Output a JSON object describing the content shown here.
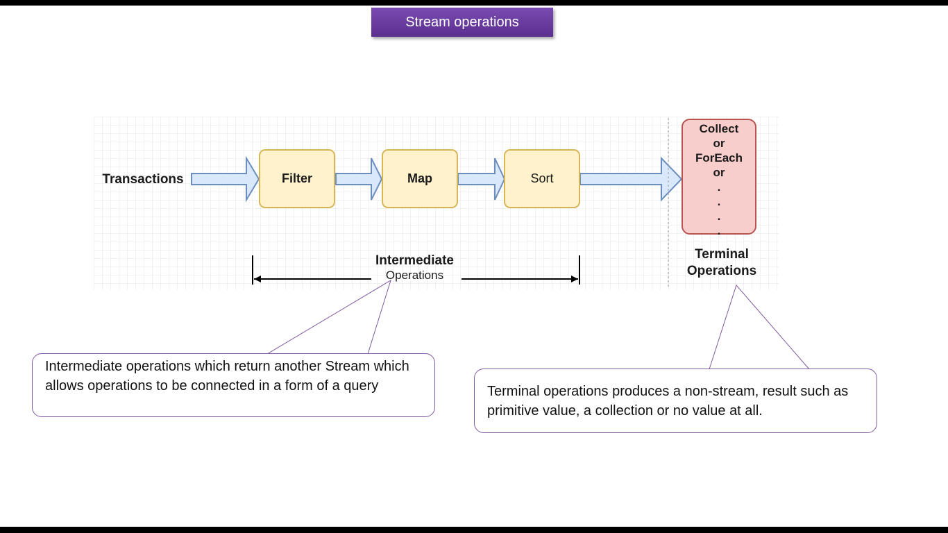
{
  "slide": {
    "title": "Stream operations"
  },
  "diagram": {
    "source_label": "Transactions",
    "operations": [
      {
        "label": "Filter"
      },
      {
        "label": "Map"
      },
      {
        "label": "Sort"
      }
    ],
    "terminal_box": {
      "lines": [
        "Collect",
        "or",
        "ForEach",
        "or",
        ".",
        ".",
        ".",
        "."
      ]
    },
    "intermediate_label": {
      "line1": "Intermediate",
      "line2": "Operations"
    },
    "terminal_label": {
      "line1": "Terminal",
      "line2": "Operations"
    },
    "colors": {
      "arrow_fill": "#dae8fc",
      "arrow_stroke": "#6c8ebf",
      "op_fill": "#fff2cc",
      "op_stroke": "#d6b656",
      "terminal_fill": "#f8cecc",
      "terminal_stroke": "#b85450",
      "title_bg": "#6a3d9a",
      "callout_border": "#7e5aa0"
    }
  },
  "callouts": {
    "intermediate": "Intermediate operations which return another Stream which allows operations to be connected in a form of a query",
    "terminal": "Terminal operations produces a non-stream, result such as primitive value, a collection or no value at all."
  }
}
